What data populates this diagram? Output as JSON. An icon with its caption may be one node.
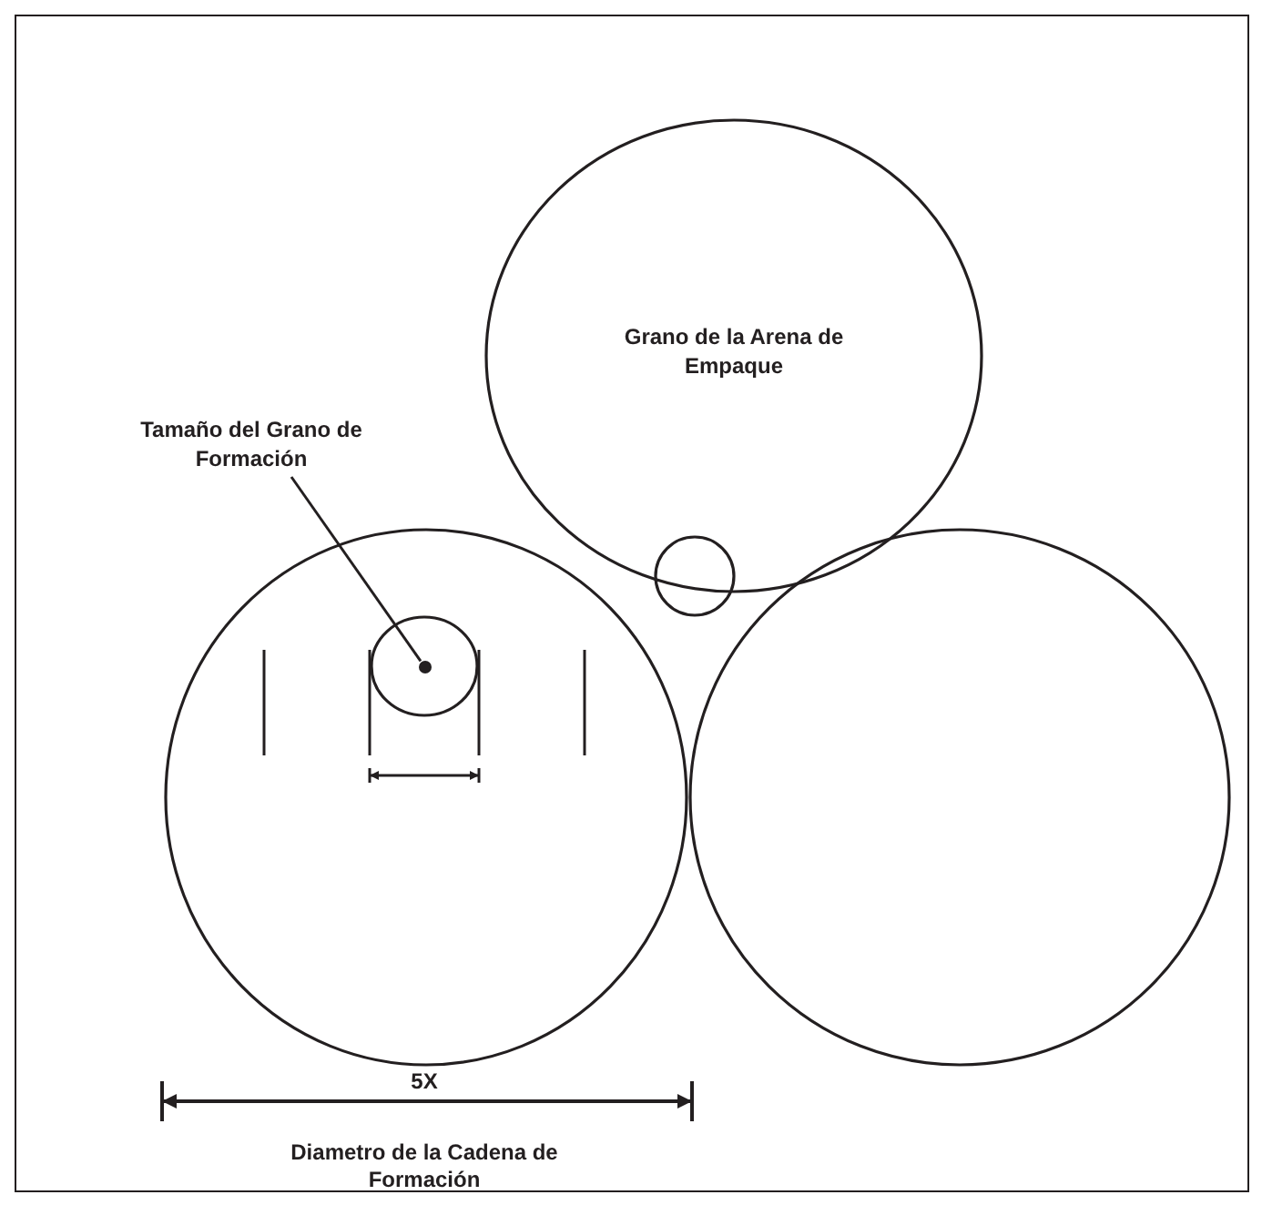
{
  "diagram": {
    "nodes": [
      {
        "text": [
          "Grano de la Arena de Empaque"
        ]
      },
      {
        "text": [],
        "shape": "circle"
      },
      {
        "text": [],
        "shape": "circle"
      },
      {
        "text": [],
        "shape": "circle"
      },
      {
        "text": [
          "Tamaño del Grano de Formación"
        ]
      },
      {
        "text": [],
        "shape": "circle",
        "in": 1
      },
      {
        "text": [],
        "shape": "dot",
        "in": 5
      }
    ],
    "edges": [
      {
        "from": 4,
        "to": 6,
        "arrow": "none"
      }
    ],
    "labels": [
      "5X",
      "Diametro de la Cadena de Formación"
    ]
  }
}
